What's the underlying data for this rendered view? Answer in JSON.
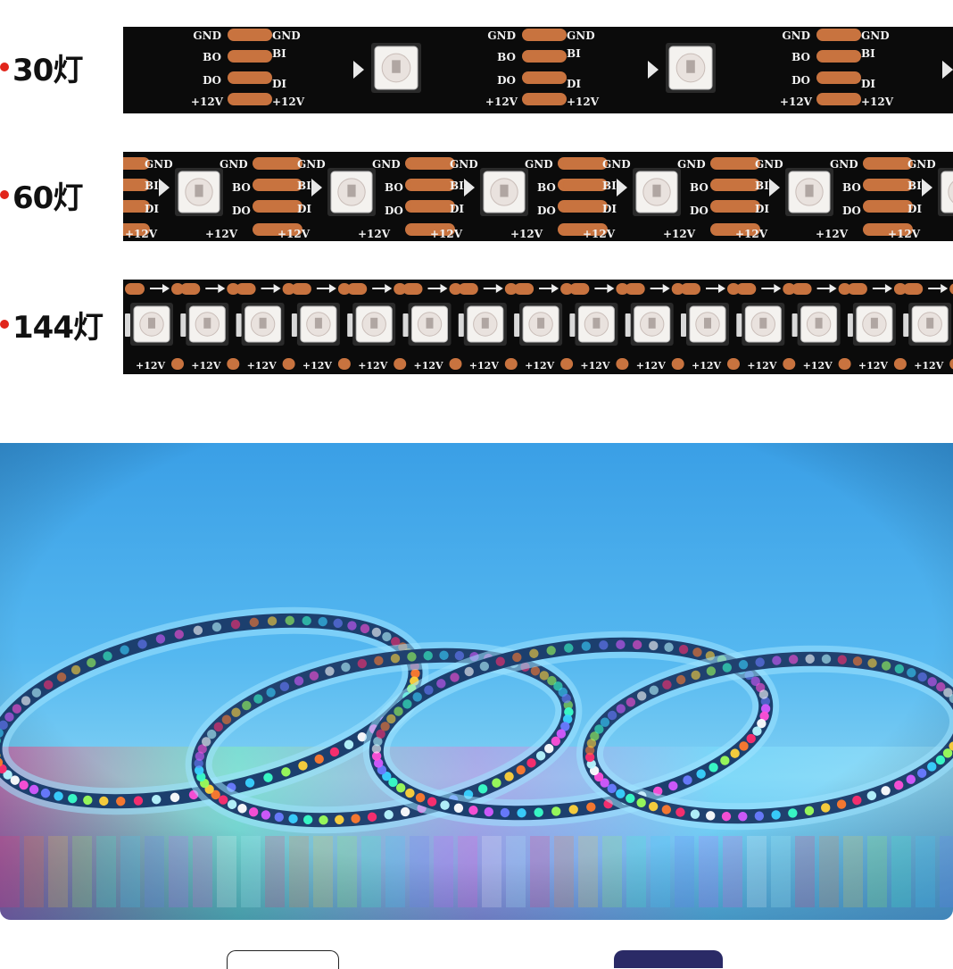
{
  "variants": [
    {
      "label": "30灯"
    },
    {
      "label": "60灯"
    },
    {
      "label": "144灯"
    }
  ],
  "pads": {
    "gnd": "GND",
    "bo": "BO",
    "bi": "BI",
    "do": "DO",
    "di": "DI",
    "v12": "+12V"
  },
  "colors": {
    "accent_dot": "#e1251b",
    "strip_bg": "#0b0b0b",
    "copper": "#c8733f",
    "photo_bg": "#3aa7ea"
  }
}
